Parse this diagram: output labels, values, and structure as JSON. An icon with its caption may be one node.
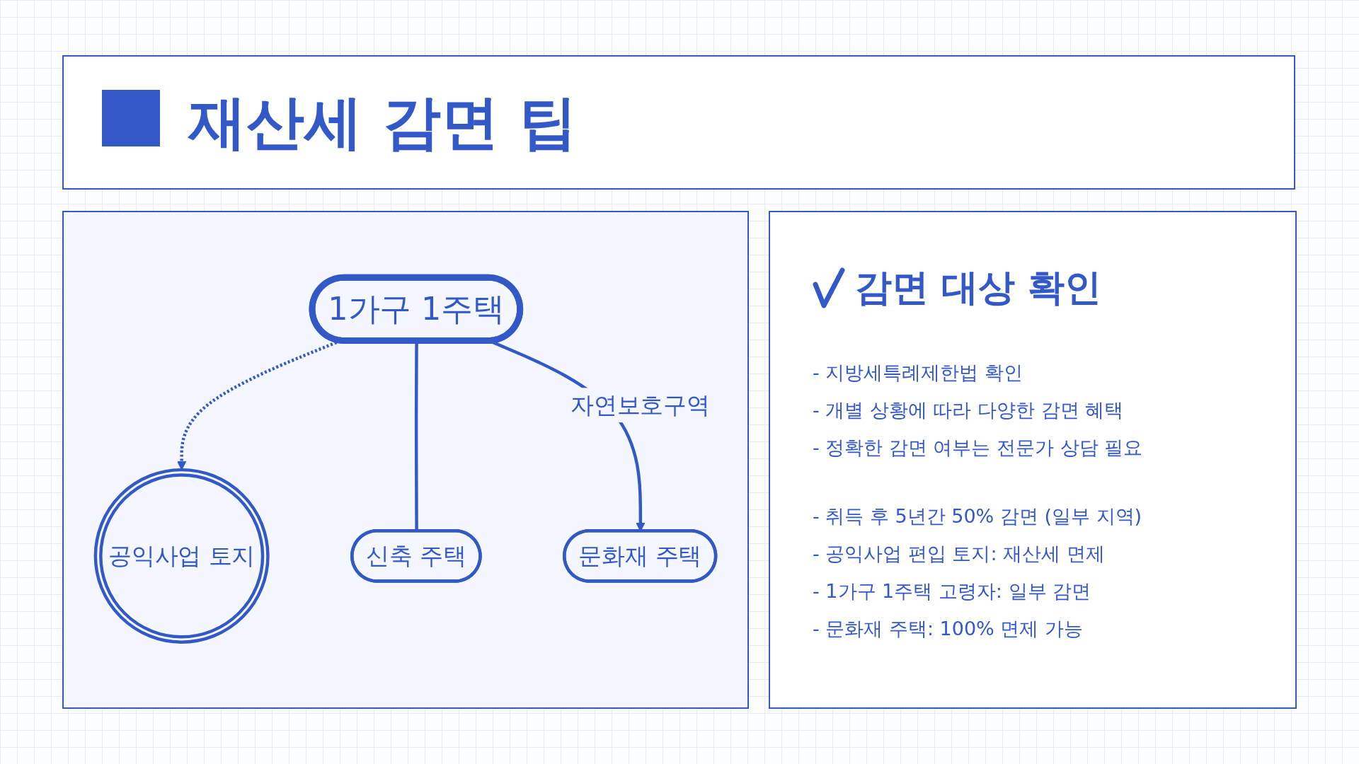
{
  "diagram": {
    "title": "재산세 감면 팁",
    "nodes": [
      {
        "text": [
          "1가구 1주택"
        ]
      },
      {
        "text": [
          "공익사업 토지"
        ]
      },
      {
        "text": [
          "신축 주택"
        ]
      },
      {
        "text": [
          "문화재 주택"
        ]
      }
    ],
    "edges": [
      {
        "from": 0,
        "to": 1,
        "arrow": "to",
        "style": "dashed"
      },
      {
        "from": 0,
        "to": 2,
        "arrow": "none"
      },
      {
        "from": 0,
        "to": 3,
        "arrow": "to",
        "label": "자연보호구역"
      }
    ],
    "labels": [
      "감면 대상 확인",
      "- 지방세특례제한법 확인",
      "- 개별 상황에 따라 다양한 감면 혜택",
      "- 정확한 감면 여부는 전문가 상담 필요",
      "- 취득 후 5년간 50% 감면 (일부 지역)",
      "- 공익사업 편입 토지: 재산세 면제",
      "- 1가구 1주택 고령자: 일부 감면",
      "- 문화재 주택: 100% 면제 가능"
    ]
  }
}
